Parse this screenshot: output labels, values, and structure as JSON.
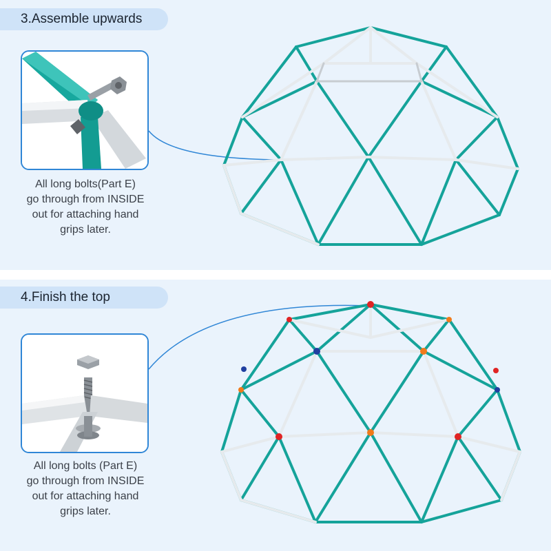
{
  "colors": {
    "background": "#eaf3fc",
    "tab": "#cfe3f8",
    "frame_teal": "#15a39a",
    "frame_white": "#eceff1",
    "accent_blue": "#2f86d6"
  },
  "steps": [
    {
      "title": "3.Assemble upwards",
      "caption_lines": [
        "All long bolts(Part E)",
        "go through from INSIDE",
        "out for attaching hand",
        "grips later."
      ],
      "detail_icon": "bolt-joint-closeup",
      "illustration": "partial-dome-frame"
    },
    {
      "title": "4.Finish the top",
      "caption_lines": [
        "All long bolts (Part E)",
        "go through from INSIDE",
        "out for attaching hand",
        "grips later."
      ],
      "detail_icon": "bolt-nut-washer-closeup",
      "illustration": "complete-dome-with-hand-grips",
      "grip_colors": [
        "#e02424",
        "#f07a1a",
        "#1f3fa0"
      ]
    }
  ]
}
